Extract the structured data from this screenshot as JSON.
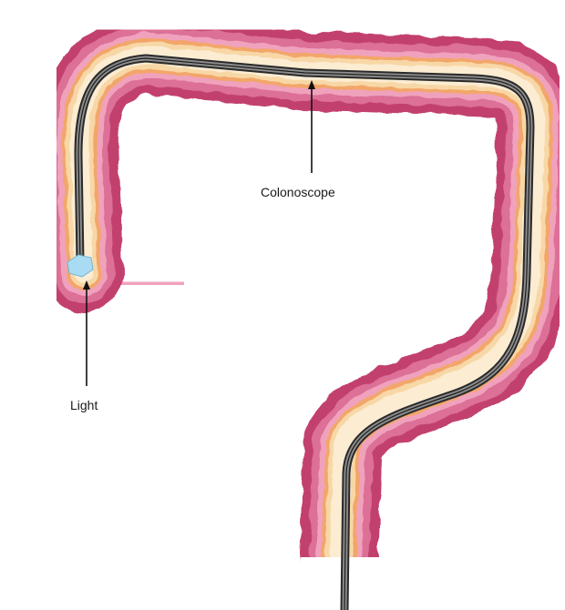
{
  "labels": {
    "colonoscope": "Colonoscope",
    "light": "Light"
  },
  "colors": {
    "wall_outer": "#c2406e",
    "wall_mid": "#dc6f97",
    "wall_inner": "#f0a2bd",
    "mucosa_orange": "#f2a66a",
    "mucosa_light": "#f8d7a6",
    "lumen": "#fbecd2",
    "scope_outer": "#2a2a2a",
    "scope_inner": "#8d8d8d",
    "scope_core": "#1b1b1b",
    "light_tip": "#a9dcf2",
    "pointer": "#111111"
  },
  "icons": {
    "colon": "large-intestine-drawing",
    "scope": "colonoscope-tube",
    "tip": "light-tip"
  }
}
